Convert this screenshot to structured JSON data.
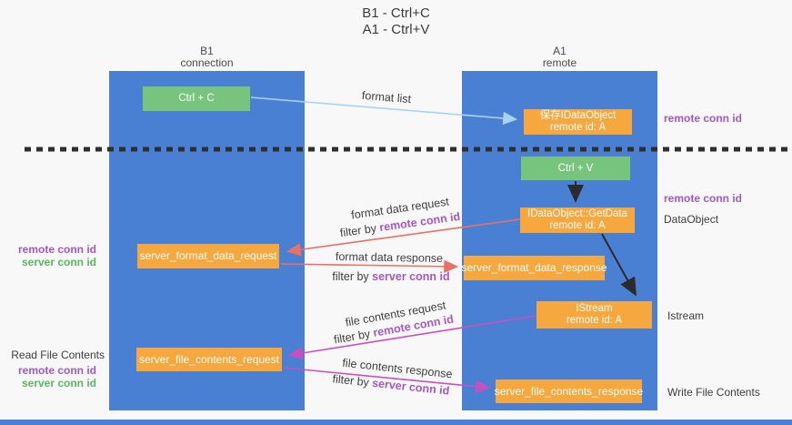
{
  "title": {
    "line1": "B1 - Ctrl+C",
    "line2": "A1 - Ctrl+V"
  },
  "lanes": {
    "left": {
      "title": "B1",
      "subtitle": "connection"
    },
    "right": {
      "title": "A1",
      "subtitle": "remote"
    }
  },
  "nodes": {
    "ctrl_c": {
      "label": "Ctrl + C"
    },
    "save_idataobject": {
      "line1": "保存IDataObject",
      "line2": "remote id: A"
    },
    "ctrl_v": {
      "label": "Ctrl + V"
    },
    "getdata": {
      "line1": "IDataObject::GetData",
      "line2": "remote id: A"
    },
    "format_request": {
      "label": "server_format_data_request"
    },
    "format_response": {
      "label": "server_format_data_response"
    },
    "istream": {
      "line1": "IStream",
      "line2": "remote id: A"
    },
    "file_request": {
      "label": "server_file_contents_request"
    },
    "file_response": {
      "label": "server_file_contents_response"
    }
  },
  "side_labels": {
    "remote_conn_id": "remote conn id",
    "server_conn_id": "server conn id",
    "dataobject": "DataObject",
    "istream": "Istream",
    "read_file_contents": "Read File Contents",
    "write_file_contents": "Write File Contents"
  },
  "arrows": {
    "format_list": "format list",
    "format_data_request": "format data request",
    "format_data_response": "format data response",
    "file_contents_request": "file contents request",
    "file_contents_response": "file contents response",
    "filter_by": "filter by"
  },
  "colors": {
    "lane_blue": "#4a80d4",
    "node_green": "#77c47d",
    "node_orange": "#f6a73d",
    "arrow_light_blue": "#a9d3f5",
    "arrow_red": "#e87064",
    "arrow_magenta": "#ca4ec0",
    "arrow_black": "#2b2b2b",
    "text_purple": "#a258c6",
    "text_green": "#58b85f",
    "dashed_line": "#2e2e2e"
  }
}
